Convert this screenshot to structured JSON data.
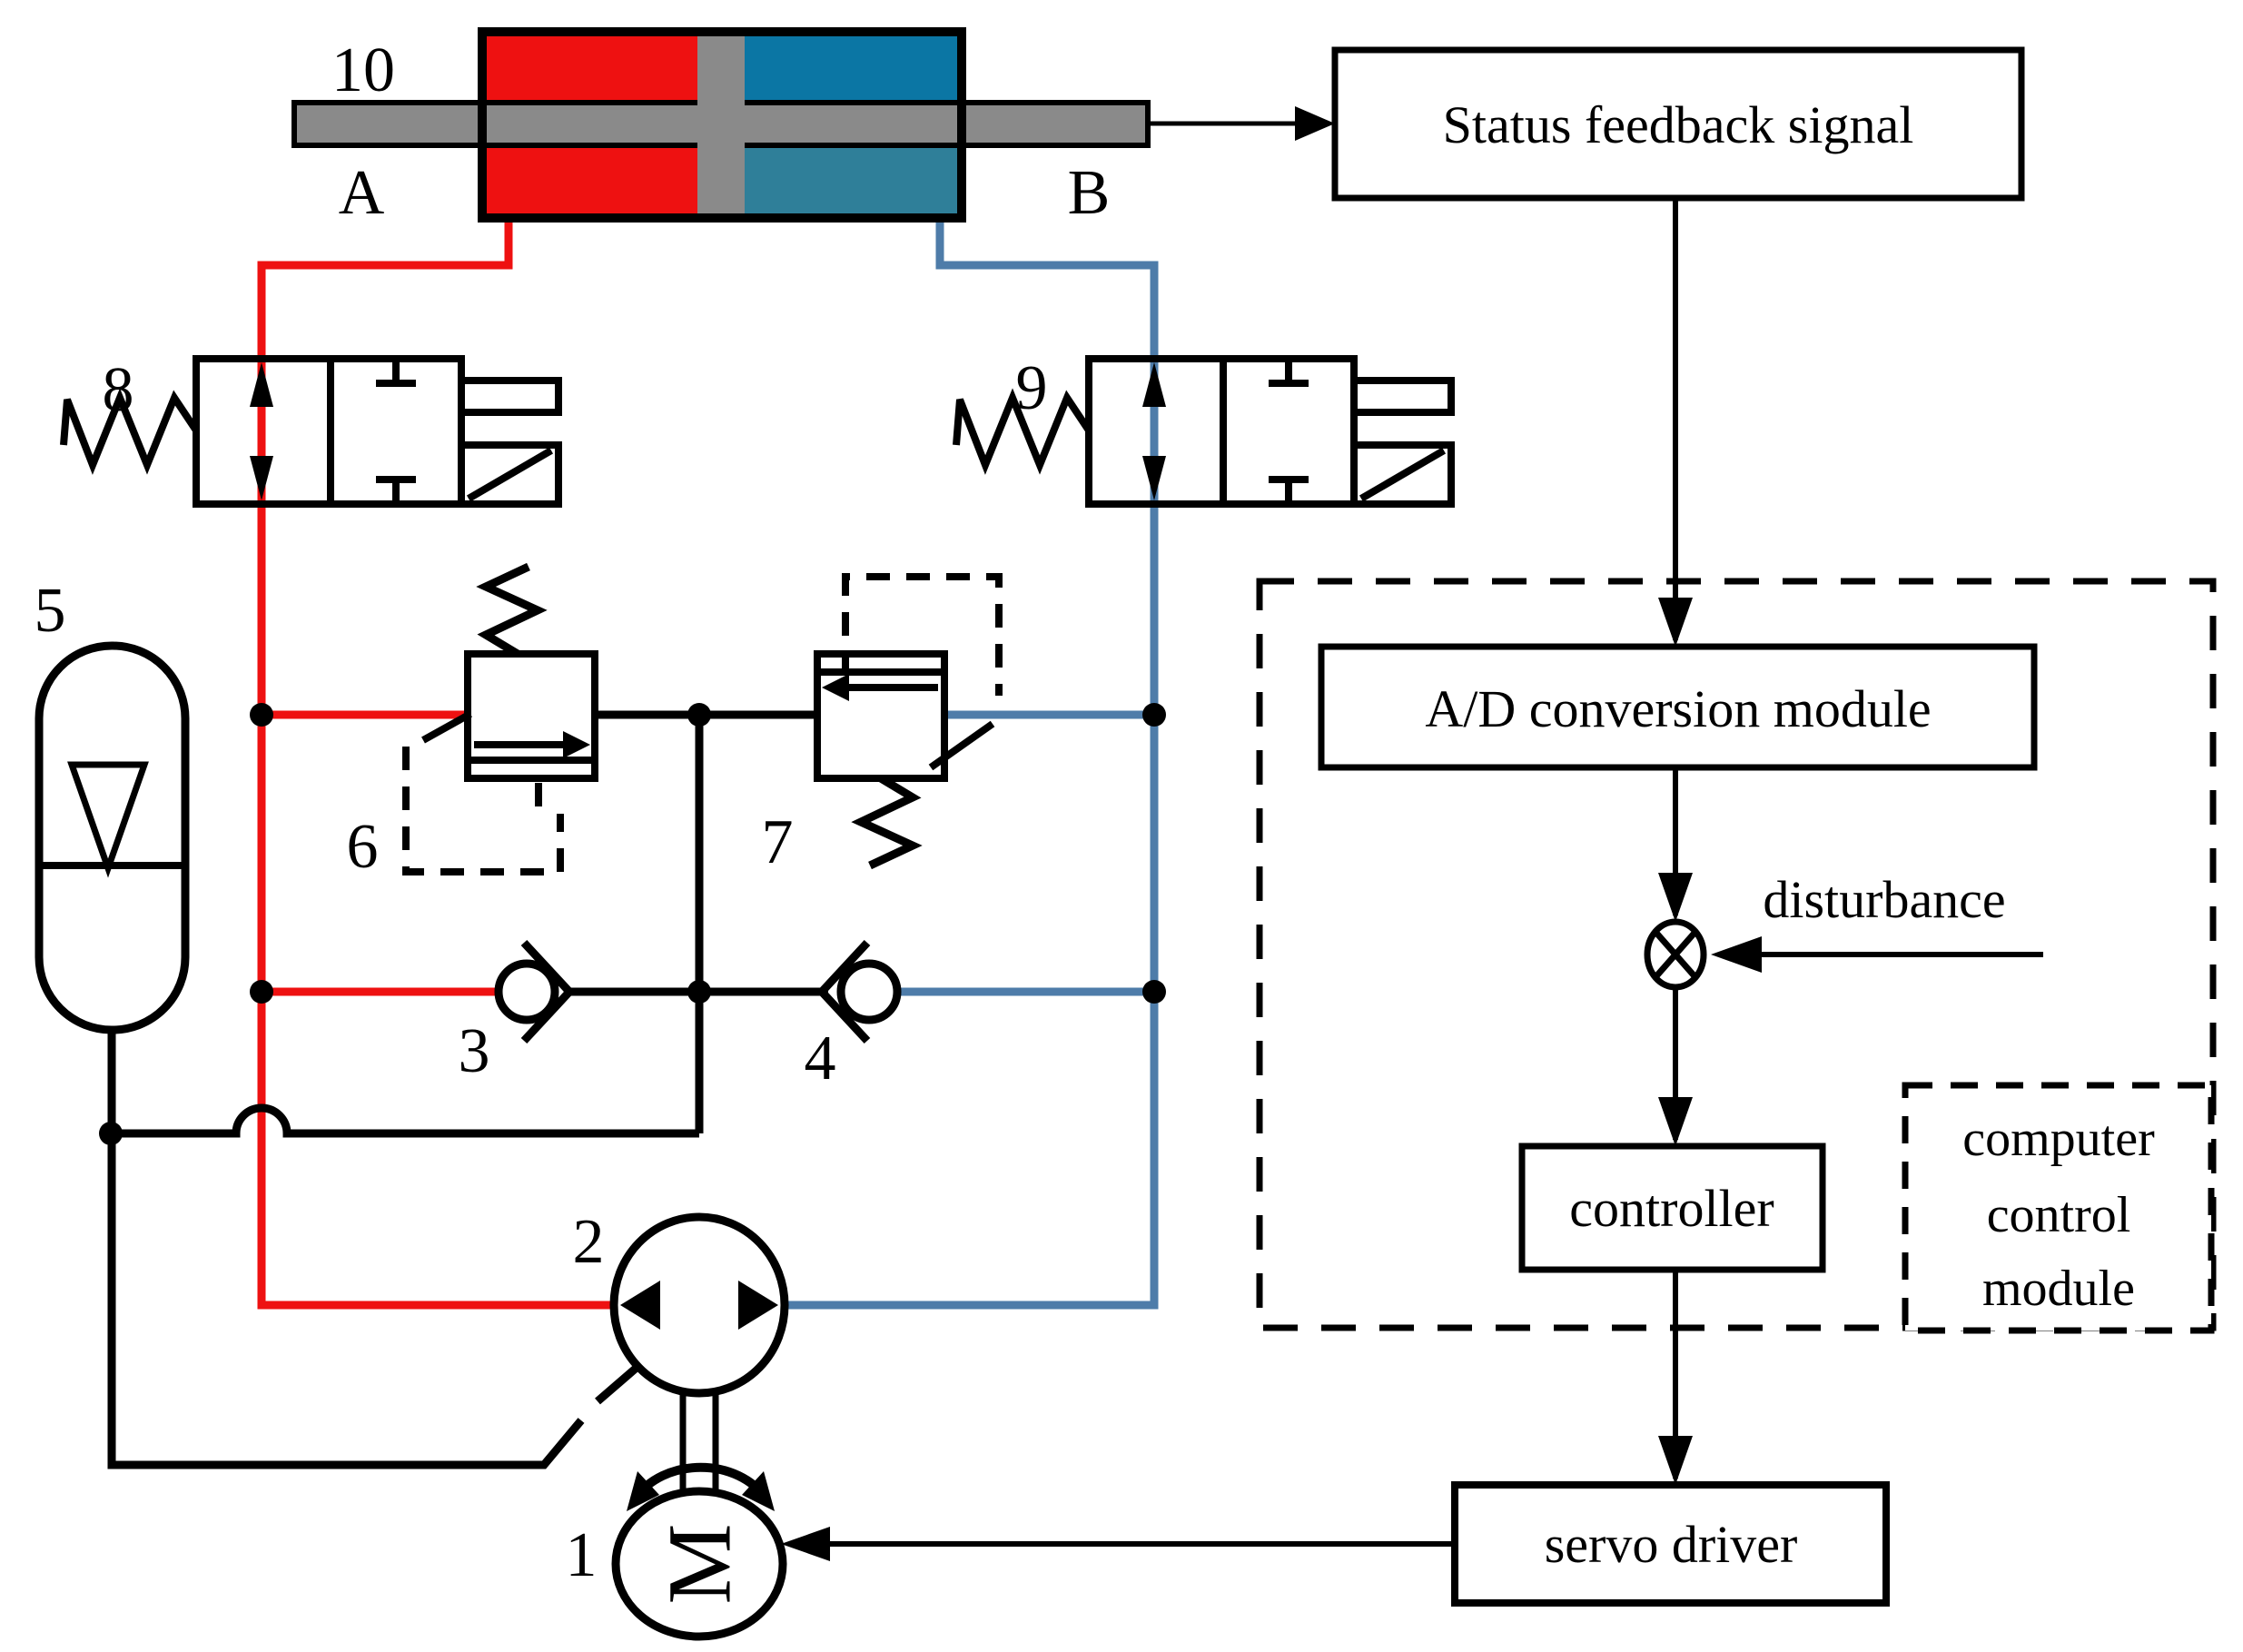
{
  "title": "Hydraulic servo closed-loop control system schematic",
  "labels": {
    "cylinder": "10",
    "port_a": "A",
    "port_b": "B",
    "valve8": "8",
    "valve9": "9",
    "accumulator": "5",
    "relief6": "6",
    "relief7": "7",
    "check3": "3",
    "check4": "4",
    "pump": "2",
    "motor": "1",
    "motor_letter": "M"
  },
  "boxes": {
    "status": "Status feedback signal",
    "ad": "A/D conversion module",
    "disturbance": "disturbance",
    "controller": "controller",
    "servo": "servo driver",
    "ccm": [
      "computer",
      "control",
      "module"
    ]
  },
  "colors": {
    "red_pipe": "#ee1111",
    "blue_pipe": "#4e7ca9",
    "chamber_red": "#ee1111",
    "chamber_blue_top": "#0b76a4",
    "chamber_blue_bottom": "#2f7f99",
    "metal_gray": "#8a8a8a",
    "line_black": "#000000"
  }
}
